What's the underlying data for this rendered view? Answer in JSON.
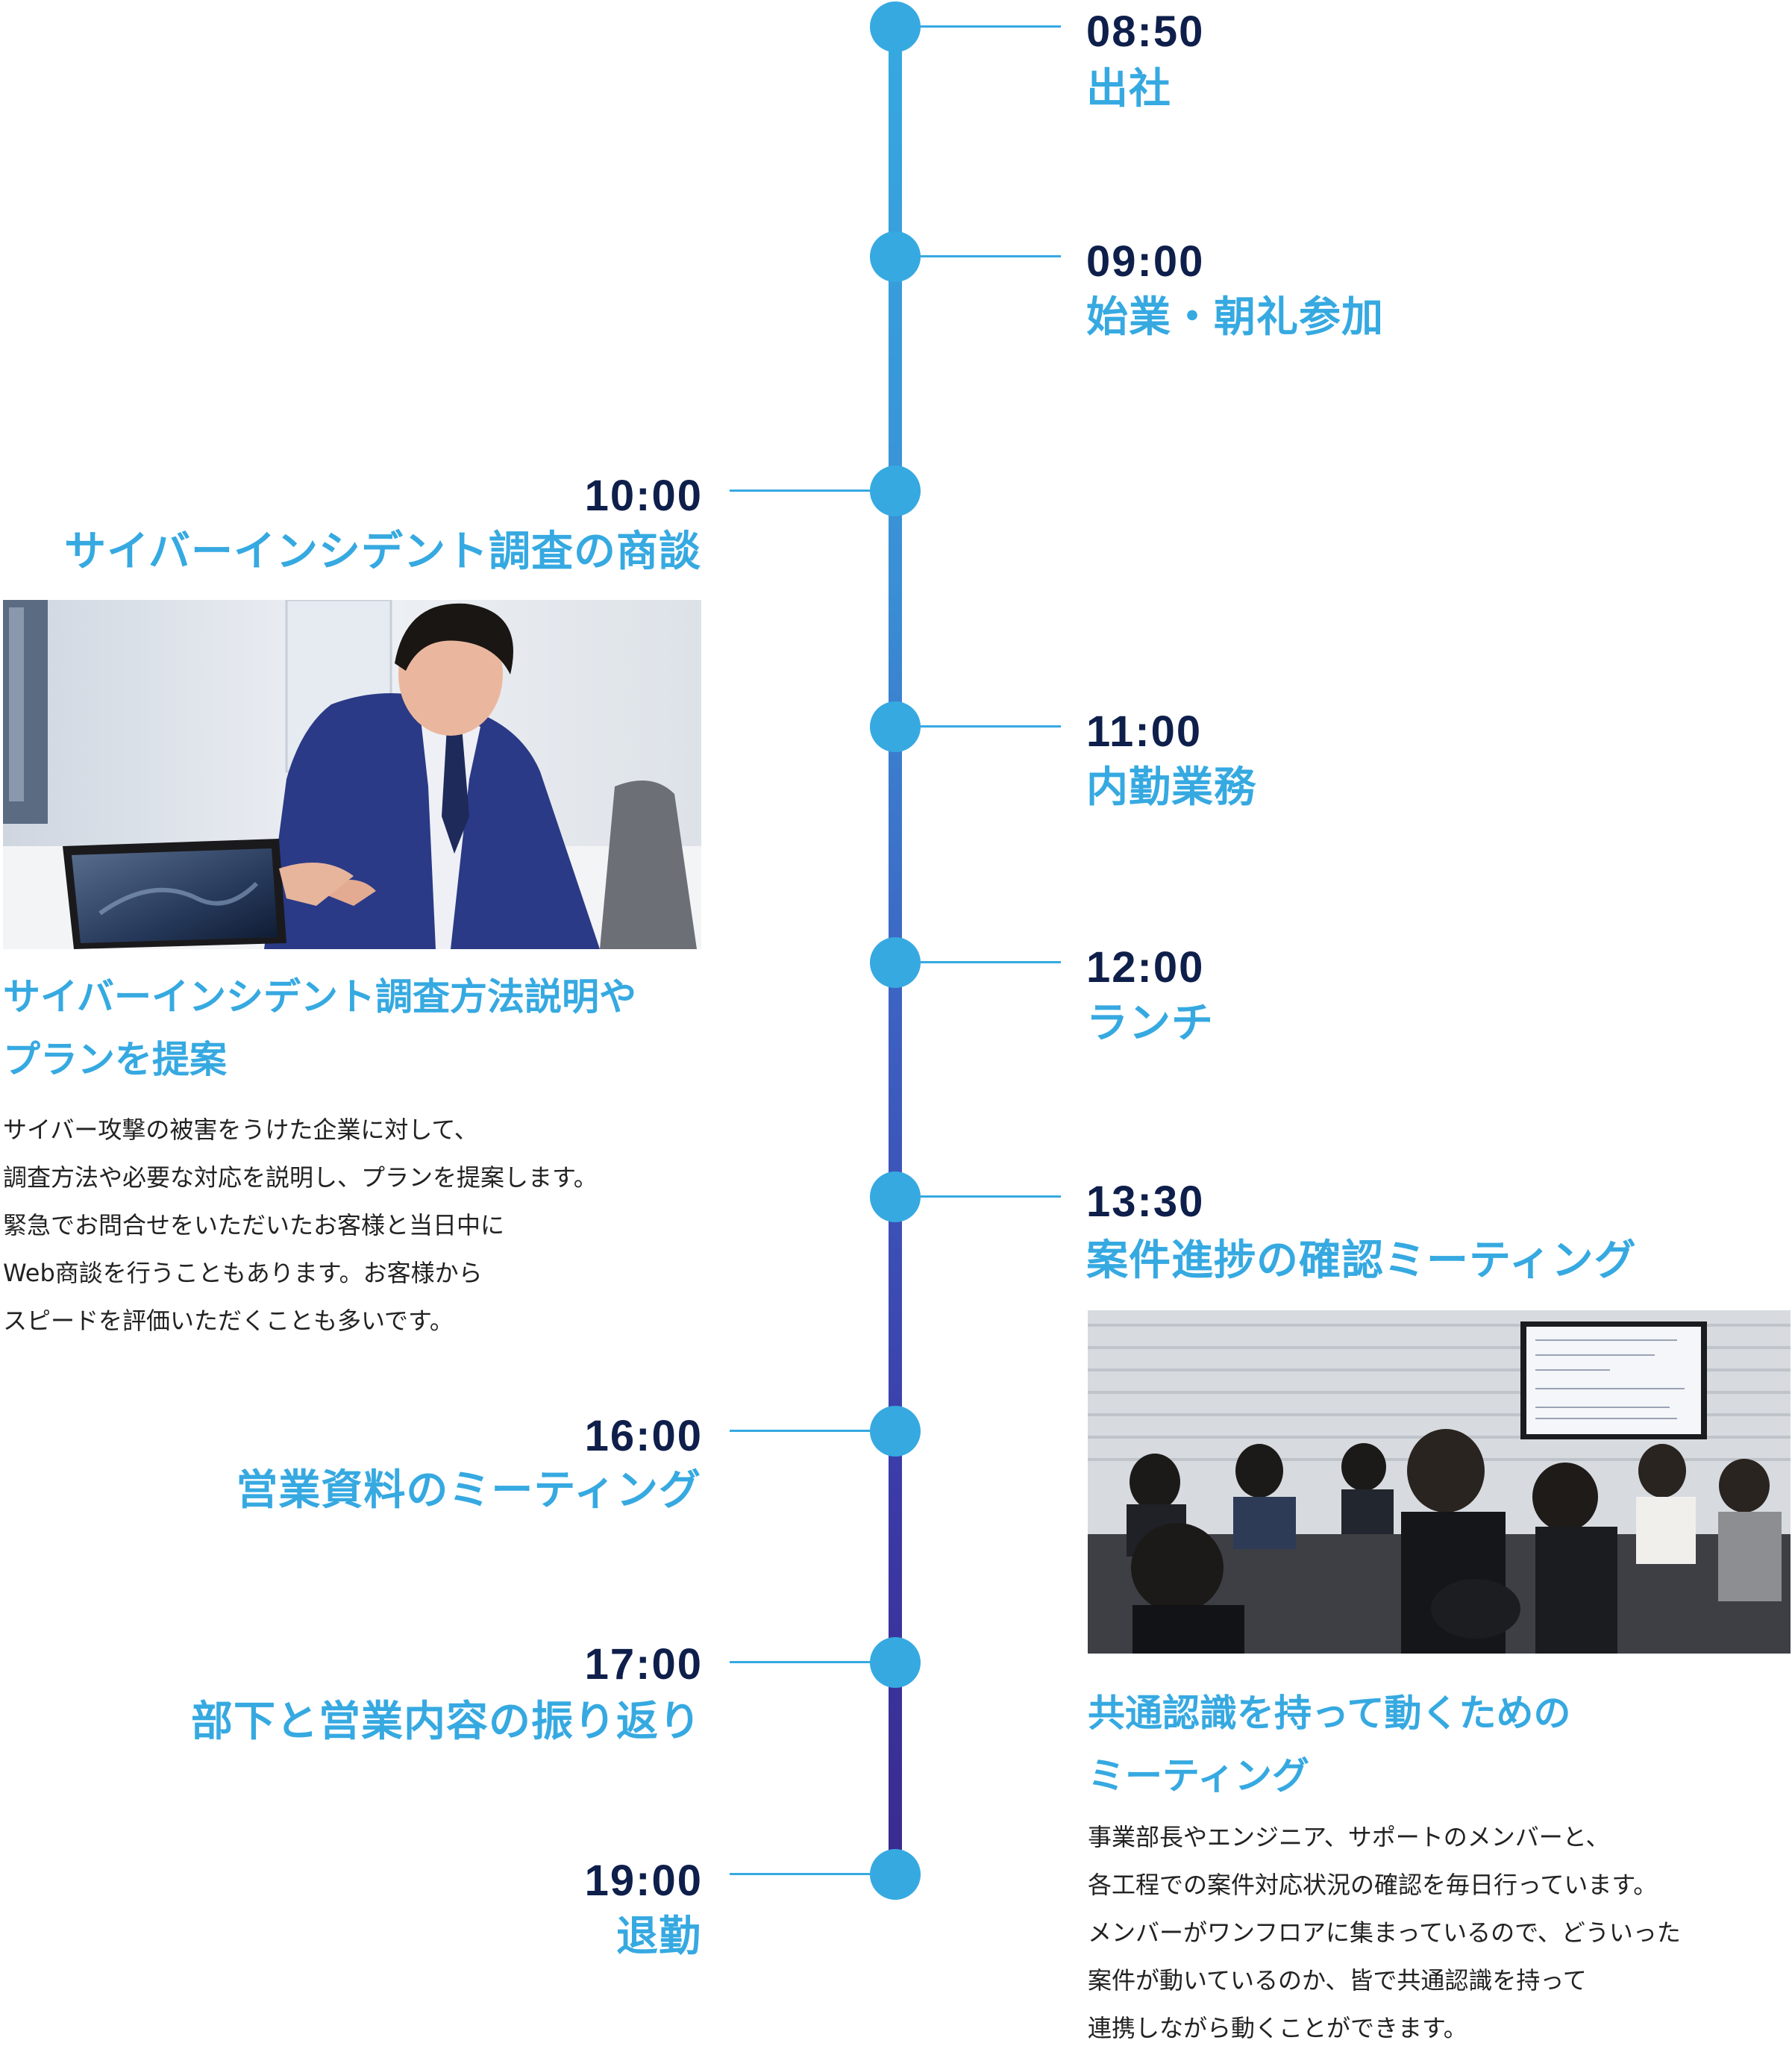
{
  "timeline": [
    {
      "time": "08:50",
      "label": "出社"
    },
    {
      "time": "09:00",
      "label": "始業・朝礼参加"
    },
    {
      "time": "10:00",
      "label": "サイバーインシデント調査の商談"
    },
    {
      "time": "11:00",
      "label": "内勤業務"
    },
    {
      "time": "12:00",
      "label": "ランチ"
    },
    {
      "time": "13:30",
      "label": "案件進捗の確認ミーティング"
    },
    {
      "time": "16:00",
      "label": "営業資料のミーティング"
    },
    {
      "time": "17:00",
      "label": "部下と営業内容の振り返り"
    },
    {
      "time": "19:00",
      "label": "退勤"
    }
  ],
  "detail_left": {
    "heading": [
      "サイバーインシデント調査方法説明や",
      "プランを提案"
    ],
    "body": [
      "サイバー攻撃の被害をうけた企業に対して、",
      "調査方法や必要な対応を説明し、プランを提案します。",
      "緊急でお問合せをいただいたお客様と当日中に",
      "Web商談を行うこともあります。お客様から",
      "スピードを評価いただくことも多いです。"
    ]
  },
  "detail_right": {
    "heading": [
      "共通認識を持って動くための",
      "ミーティング"
    ],
    "body": [
      "事業部長やエンジニア、サポートのメンバーと、",
      "各工程での案件対応状況の確認を毎日行っています。",
      "メンバーがワンフロアに集まっているので、どういった",
      "案件が動いているのか、皆で共通認識を持って",
      "連携しながら動くことができます。"
    ]
  },
  "colors": {
    "accent": "#36a9e1",
    "time": "#0f1f4b",
    "axis_end": "#3a2a8f"
  }
}
